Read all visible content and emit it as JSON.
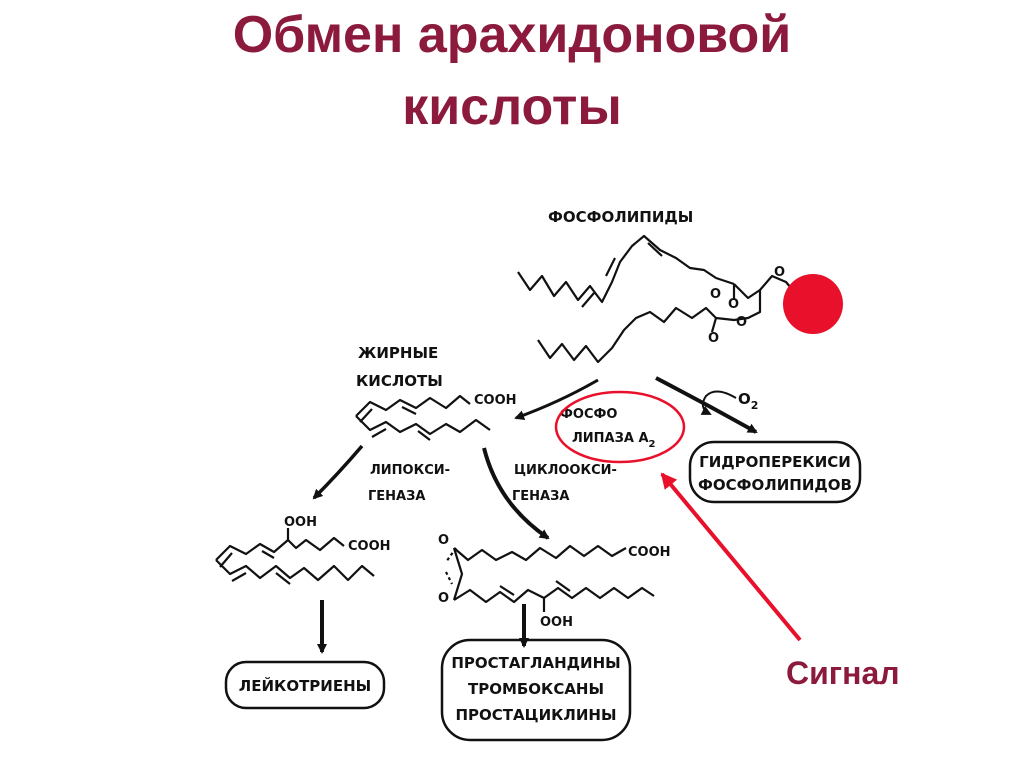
{
  "slide": {
    "title_line1": "Обмен арахидоновой",
    "title_line2": "кислоты",
    "signal_label": "Сигнал"
  },
  "diagram": {
    "phospholipids": "ФОСФОЛИПИДЫ",
    "fatty_acids_line1": "ЖИРНЫЕ",
    "fatty_acids_line2": "КИСЛОТЫ",
    "phospholipase_line1": "ФОСФО",
    "phospholipase_line2": "ЛИПАЗА А",
    "phospholipase_sub": "2",
    "oxygen": "O",
    "oxygen_sub": "2",
    "hydroperox_line1": "ГИДРОПЕРЕКИСИ",
    "hydroperox_line2": "ФОСФОЛИПИДОВ",
    "lipoxygenase_line1": "ЛИПОКСИ-",
    "lipoxygenase_line2": "ГЕНАЗА",
    "cyclooxygenase_line1": "ЦИКЛООКСИ-",
    "cyclooxygenase_line2": "ГЕНАЗА",
    "cooh": "COOH",
    "ooh": "OOH",
    "o": "O",
    "leukotrienes": "ЛЕЙКОТРИЕНЫ",
    "prostaglandins": "ПРОСТАГЛАНДИНЫ",
    "thromboxanes": "ТРОМБОКСАНЫ",
    "prostacyclins": "ПРОСТАЦИКЛИНЫ"
  },
  "colors": {
    "title": "#8b1a3c",
    "highlight": "#e8102a",
    "ink": "#111111"
  }
}
